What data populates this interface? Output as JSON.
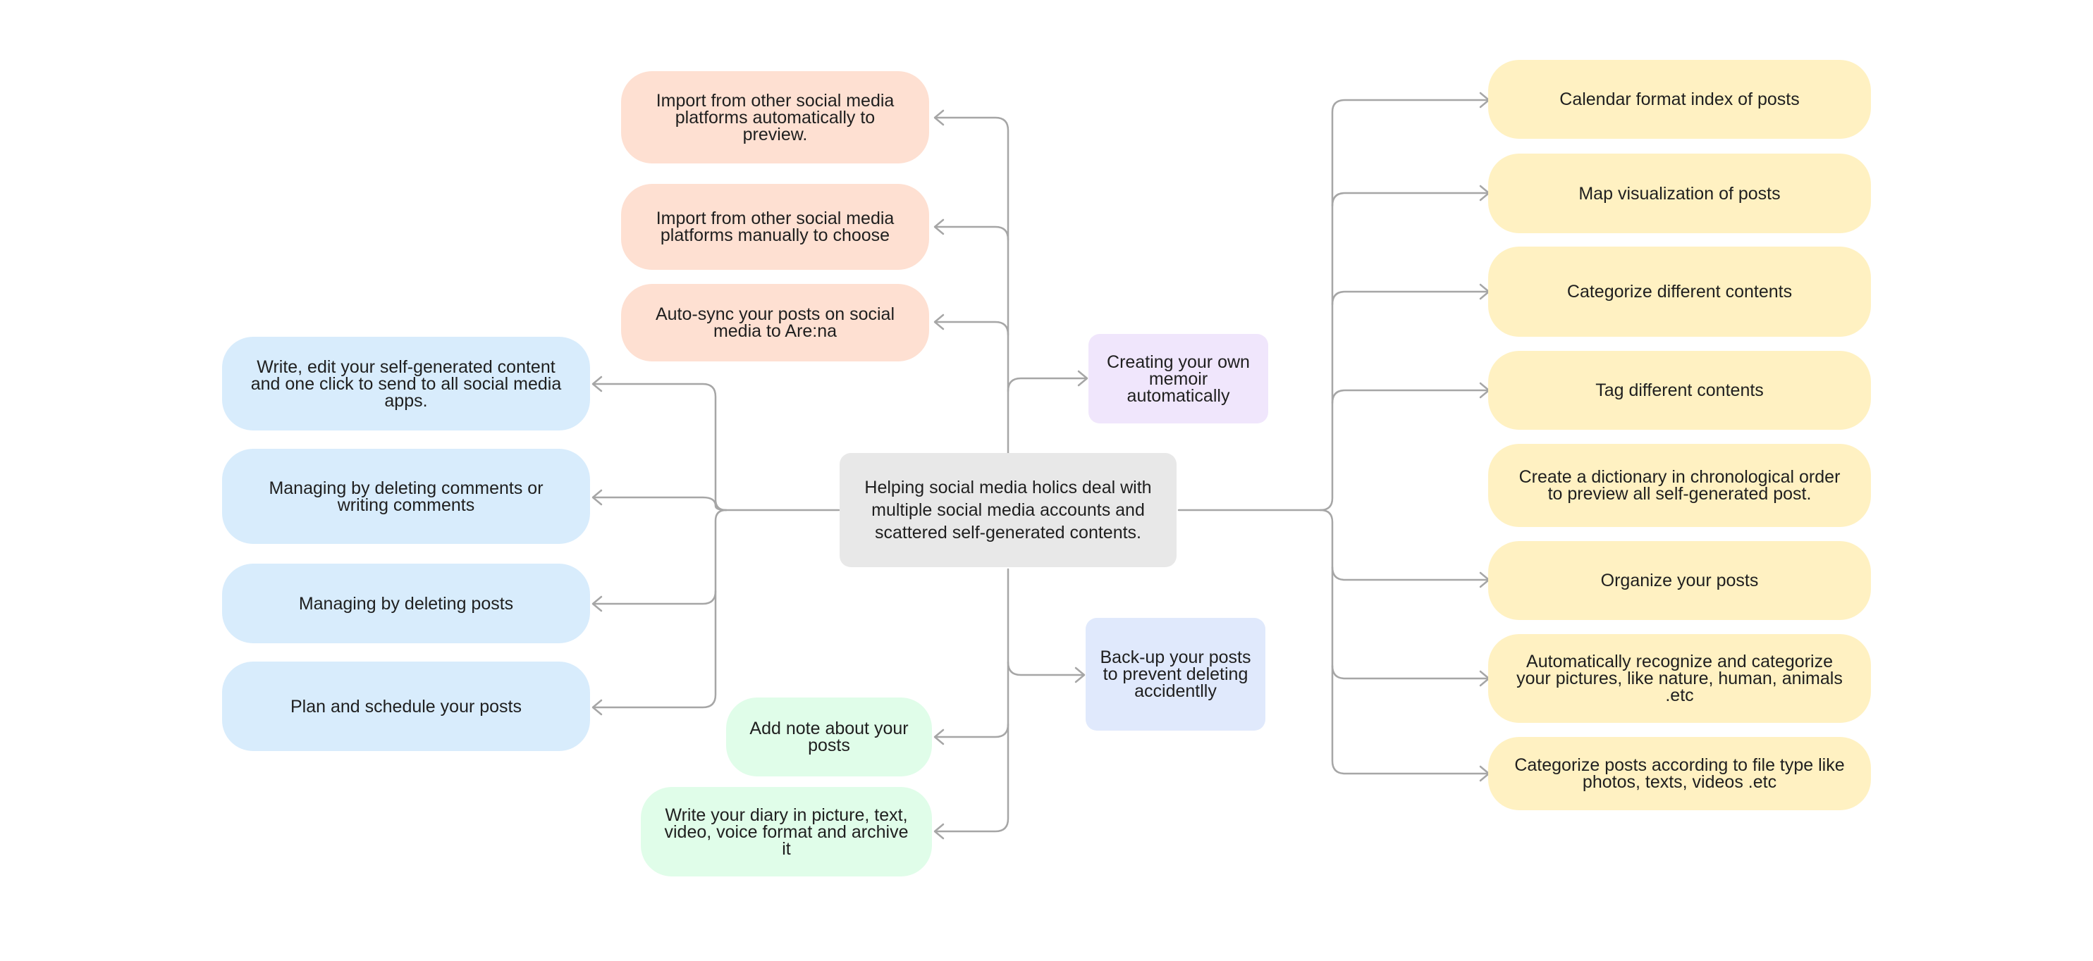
{
  "colors": {
    "connector": "#a6a6a6",
    "center": "#e8e8e8",
    "peach": "#fee0d2",
    "blue": "#d8ecfc",
    "green": "#e0fde9",
    "yellow": "#fff1c2",
    "purple": "#f0e6fc",
    "lavender": "#e0e9fc"
  },
  "center": {
    "text": "Helping social media holics deal with multiple social media accounts and scattered self-generated contents."
  },
  "top_branch": [
    {
      "id": "import-auto",
      "text": "Import from other social media platforms automatically to preview."
    },
    {
      "id": "import-manual",
      "text": "Import from other social media platforms manually to choose"
    },
    {
      "id": "auto-sync",
      "text": "Auto-sync your posts on social media to Are:na"
    }
  ],
  "memoir": {
    "text": "Creating your own memoir automatically"
  },
  "backup": {
    "text": "Back-up your posts to prevent deleting accidentlly"
  },
  "left_branch": [
    {
      "id": "write-edit",
      "text": "Write, edit your self-generated content and one click to send to all social media apps."
    },
    {
      "id": "manage-comments",
      "text": "Managing by deleting comments or writing comments"
    },
    {
      "id": "manage-posts",
      "text": "Managing by deleting posts"
    },
    {
      "id": "plan-schedule",
      "text": "Plan and schedule your posts"
    }
  ],
  "bottom_branch": [
    {
      "id": "add-note",
      "text": "Add note about your posts"
    },
    {
      "id": "write-diary",
      "text": "Write your diary in picture, text, video, voice format and archive it"
    }
  ],
  "right_branch": [
    {
      "id": "calendar",
      "text": "Calendar format index of posts"
    },
    {
      "id": "map",
      "text": "Map visualization of posts"
    },
    {
      "id": "categorize",
      "text": "Categorize different contents"
    },
    {
      "id": "tag",
      "text": "Tag different contents"
    },
    {
      "id": "dictionary",
      "text": "Create a dictionary in chronological order to preview all self-generated post."
    },
    {
      "id": "organize",
      "text": "Organize your posts"
    },
    {
      "id": "auto-recognize",
      "text": "Automatically recognize and categorize your pictures, like nature, human, animals .etc"
    },
    {
      "id": "file-type",
      "text": "Categorize posts according to file type like photos, texts, videos .etc"
    }
  ]
}
